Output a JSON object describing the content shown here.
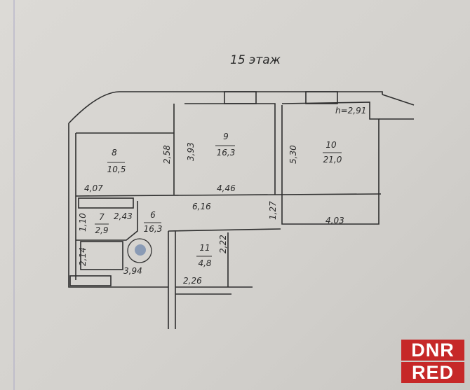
{
  "title": "15 этаж",
  "ceiling_height": "h=2,91",
  "rooms": [
    {
      "number": "8",
      "area": "10,5"
    },
    {
      "number": "9",
      "area": "16,3"
    },
    {
      "number": "10",
      "area": "21,0"
    },
    {
      "number": "7",
      "area": "2,9"
    },
    {
      "number": "6",
      "area": "16,3"
    },
    {
      "number": "11",
      "area": "4,8"
    }
  ],
  "dimensions": [
    "2,58",
    "3,93",
    "5,30",
    "4,07",
    "4,46",
    "6,16",
    "1,27",
    "4,03",
    "1,10",
    "2,43",
    "2,22",
    "2,14",
    "3,94",
    "2,26"
  ],
  "watermark": {
    "line1": "DNR",
    "line2": "RED"
  }
}
